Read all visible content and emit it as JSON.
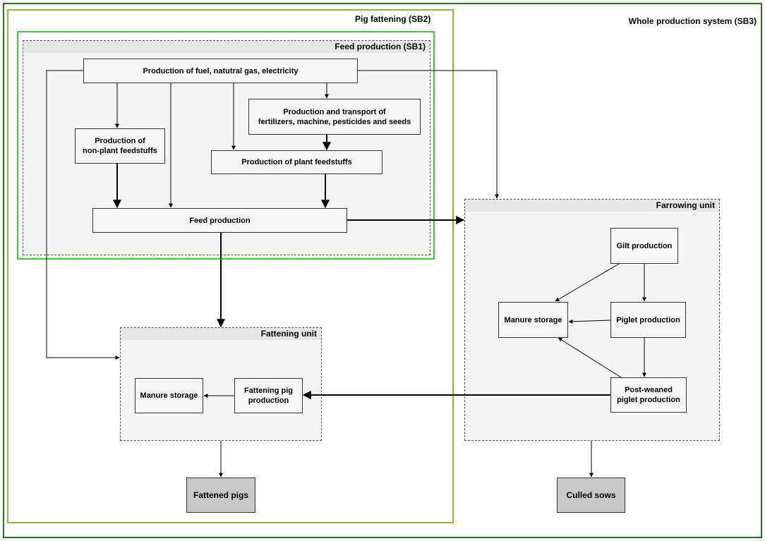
{
  "frames": {
    "sb3_title": "Whole production system (SB3)",
    "sb2_title": "Pig fattening (SB2)",
    "sb1_title": "Feed production (SB1)"
  },
  "groups": {
    "farrowing_title": "Farrowing unit",
    "fattening_title": "Fattening unit"
  },
  "nodes": {
    "fuel": "Production of fuel,  natutral gas, electricity",
    "fertilizers": "Production and transport of\nfertilizers, machine, pesticides and seeds",
    "non_plant": "Production of\nnon-plant feedstuffs",
    "plant": "Production of plant feedstuffs",
    "feed": "Feed production",
    "gilt": "Gilt production",
    "manure_farrowing": "Manure storage",
    "piglet": "Piglet production",
    "post_weaned": "Post-weaned\npiglet production",
    "manure_fattening": "Manure storage",
    "fattening_pig": "Fattening pig\nproduction",
    "fattened_pigs": "Fattened pigs",
    "culled_sows": "Culled sows"
  },
  "colors": {
    "sb3": "#1e7a1e",
    "sb2": "#8cbf26",
    "sb1": "#2fd12f",
    "output_box": "#c8c8c8"
  }
}
